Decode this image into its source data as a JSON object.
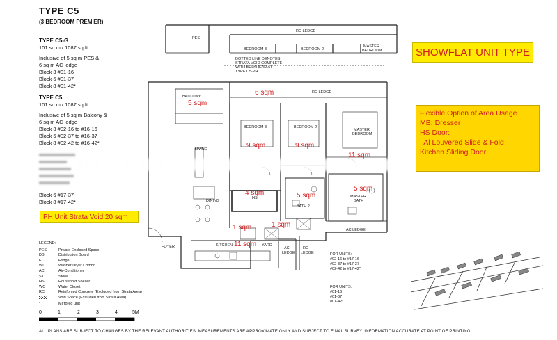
{
  "header": {
    "title": "TYPE  C5",
    "subtitle": "(3 BEDROOM PREMIER)"
  },
  "spec_c5g": {
    "heading": "TYPE C5-G",
    "size": "101 sq m / 1087 sq ft",
    "incl_1": "Inclusive of 5 sq m PES &",
    "incl_2": "6 sq m AC ledge",
    "blocks": [
      "Block 3 #01-16",
      "Block 6 #01-37",
      "Block 8 #01-42*"
    ]
  },
  "spec_c5": {
    "heading": "TYPE C5",
    "size": "101 sq m / 1087 sq ft",
    "incl_1": "Inclusive of 5 sq m Balcony &",
    "incl_2": "6 sq m AC ledge",
    "blocks": [
      "Block 3 #02-16 to #16-16",
      "Block 6 #02-37 to #16-37",
      "Block 8 #02-42 to #16-42*"
    ]
  },
  "spec_ph": {
    "lines": [
      "Block 6 #17-37",
      "Block 8 #17-42*"
    ]
  },
  "ph_note": "PH Unit Strata Void 20 sqm",
  "legend": {
    "title": "LEGEND:",
    "items": [
      {
        "k": "PES",
        "v": "Private Enclosed Space"
      },
      {
        "k": "DB",
        "v": "Distribution Board"
      },
      {
        "k": "F",
        "v": "Fridge"
      },
      {
        "k": "WD",
        "v": "Washer Dryer Combo"
      },
      {
        "k": "AC",
        "v": "Air-Conditioner"
      },
      {
        "k": "ST",
        "v": "Store 1"
      },
      {
        "k": "HS",
        "v": "Household Shelter"
      },
      {
        "k": "WC",
        "v": "Water Closet"
      },
      {
        "k": "RC",
        "v": "Reinforced Concrete (Excluded from Strata Area)"
      },
      {
        "k": "",
        "v": "Void Space (Excluded from Strata Area)"
      },
      {
        "k": "*",
        "v": "Mirrored unit"
      }
    ]
  },
  "scale": {
    "ticks": [
      "0",
      "1",
      "2",
      "3",
      "4",
      "5M"
    ]
  },
  "footer": "ALL PLANS ARE SUBJECT TO CHANGES BY THE RELEVANT AUTHORITIES. MEASUREMENTS ARE APPROXIMATE ONLY AND SUBJECT TO FINAL SURVEY. INFORMATION ACCURATE AT POINT OF PRINTING.",
  "showflat": "SHOWFLAT UNIT TYPE",
  "flex_note": {
    "lines": [
      "Flexible Option of Area Usage",
      "MB: Dresser",
      "HS Door:",
      ". Al Louvered Slide & Fold",
      "Kitchen Sliding Door:"
    ]
  },
  "plan": {
    "labels": {
      "pes": "PES",
      "rc_ledge_top": "RC LEDGE",
      "bedroom3_top": "BEDROOM 3",
      "bedroom2_top": "BEDROOM 2",
      "master_top": "MASTER",
      "bedroom_top": "BEDROOM",
      "dotted_1": "DOTTED LINE DENOTES",
      "dotted_2": "STRATA VOID COMPLETE",
      "dotted_3": "WITH BULKHEAD AT",
      "dotted_4": "TYPE C5-PH",
      "rc_ledge": "RC LEDGE",
      "balcony": "BALCONY",
      "bedroom3": "BEDROOM 3",
      "bedroom2": "BEDROOM 2",
      "master": "MASTER",
      "master_bed": "BEDROOM",
      "living": "LIVING",
      "dining": "DINING",
      "hs": "HS",
      "bath2": "BATH 2",
      "master_bath_1": "MASTER",
      "master_bath_2": "BATH",
      "ac_ledge": "AC LEDGE",
      "foyer": "FOYER",
      "kitchen": "KITCHEN",
      "yard": "YARD",
      "ac": "AC",
      "ledge": "LEDGE",
      "rc": "RC",
      "rc_ledge2": "LEDGE"
    },
    "areas": {
      "ledge": "6 sqm",
      "balcony": "5 sqm",
      "bedroom3": "9 sqm",
      "bedroom2": "9 sqm",
      "master": "11 sqm",
      "hs": "4 sqm",
      "bath2": "5 sqm",
      "master_bath": "5 sqm",
      "store": "1 sqm",
      "yard_sm": "1 sqm",
      "kitchen": "11 sqm"
    }
  },
  "units_1": {
    "heading": "FOR UNITS:",
    "lines": [
      "#02-16 to #17-16",
      "#02-37 to #17-37",
      "#02-42 to #17-42*"
    ]
  },
  "units_2": {
    "heading": "FOR UNITS:",
    "lines": [
      "#01-16",
      "#01-37",
      "#01-42*"
    ]
  }
}
